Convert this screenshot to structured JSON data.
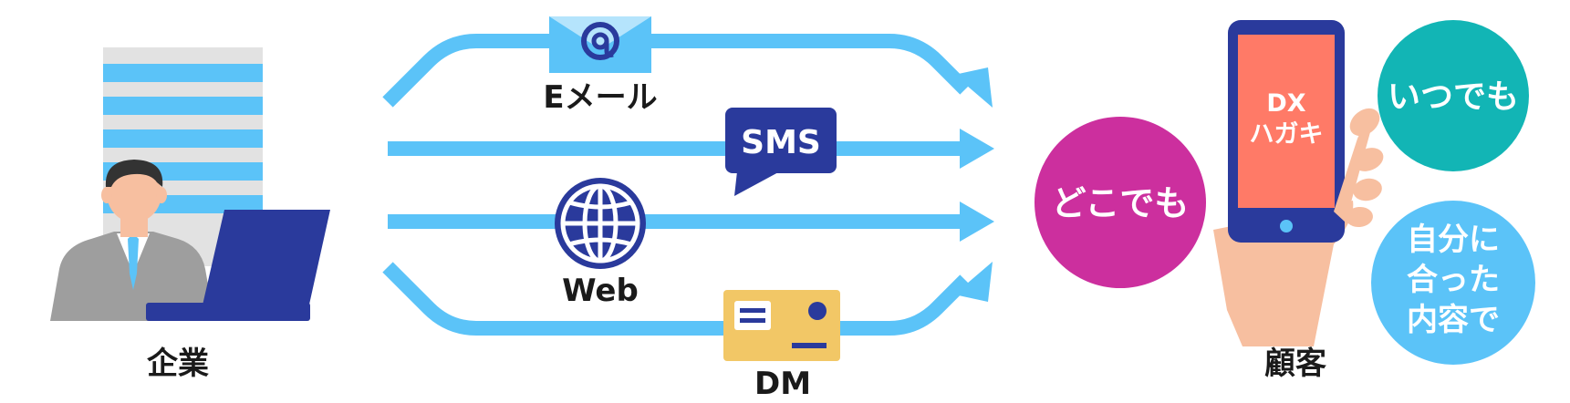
{
  "colors": {
    "arrow": "#5bc3f8",
    "navy": "#2a3a9c",
    "magenta": "#cc2f9e",
    "teal": "#12b5b5",
    "sky": "#5bc3f8",
    "phone_screen": "#ff7a67",
    "skin": "#f7bfa0",
    "dm_card": "#f2c766",
    "building": "#5bc3f8",
    "suit": "#9e9e9e"
  },
  "icons": {
    "company": "businessman-laptop-icon",
    "email": "envelope-at-icon",
    "sms": "speech-bubble-icon",
    "web": "globe-icon",
    "dm": "postcard-icon",
    "phone": "smartphone-hand-icon"
  },
  "company": {
    "label": "企業"
  },
  "customer": {
    "label": "顧客"
  },
  "channels": {
    "email": "Eメール",
    "sms": "SMS",
    "web": "Web",
    "dm": "DM"
  },
  "phone": {
    "line1": "DX",
    "line2": "ハガキ"
  },
  "bubbles": {
    "anywhere": "どこでも",
    "anytime": "いつでも",
    "personal": [
      "自分に",
      "合った",
      "内容で"
    ]
  }
}
